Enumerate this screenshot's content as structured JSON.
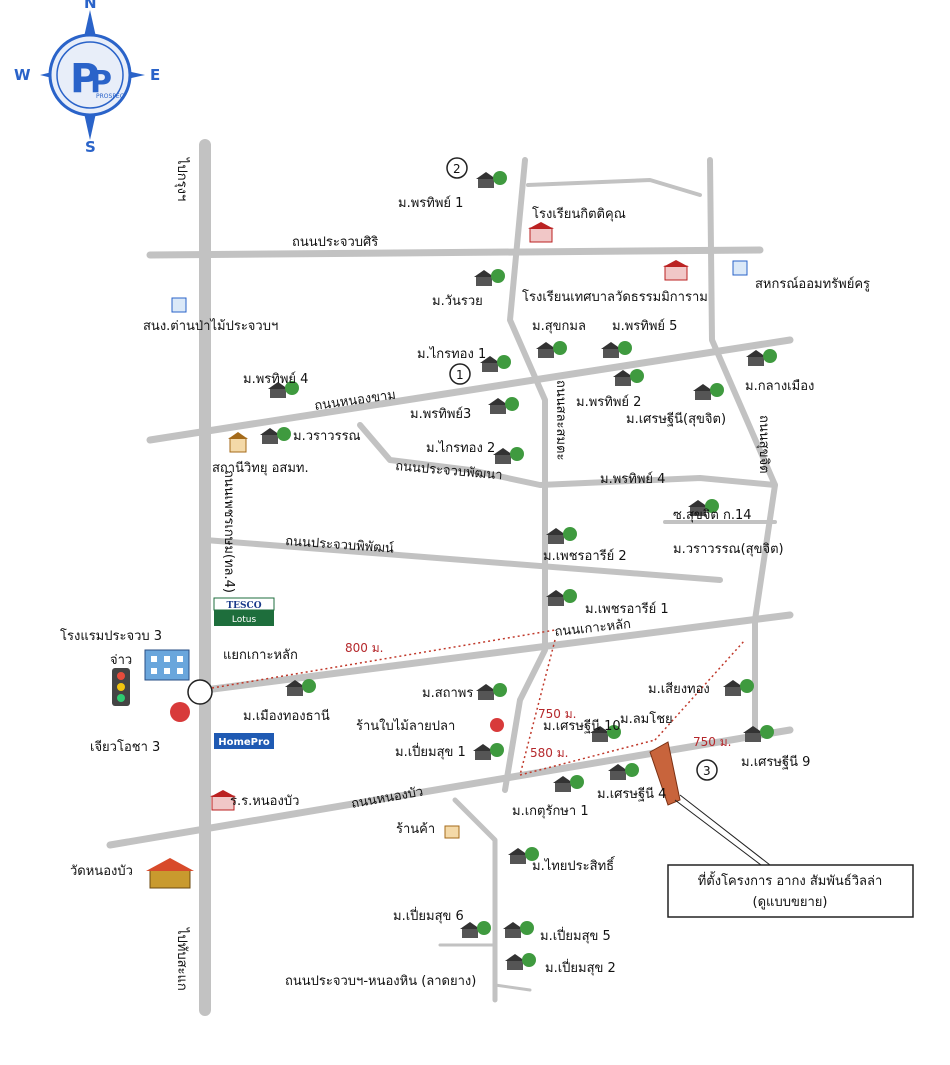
{
  "compass": {
    "north": "N",
    "south": "S",
    "east": "E",
    "west": "W",
    "logo_text": "PROSPEC"
  },
  "roads": {
    "prachuap_siri": "ถนนประจวบศิริ",
    "nong_kham": "ถนนหนองขาม",
    "prachuap_phatthana": "ถนนประจวบพัฒนา",
    "prachuap_phiphat": "ถนนประจวบพิพัฒน์",
    "ko_lak": "ถนนเกาะหลัก",
    "nong_bua": "ถนนหนองบัว",
    "nong_hin": "ถนนประจวบฯ-หนองหิน (ลาดยาง)",
    "petchkasem": "ถนนเพชรเกษม(ทล.4)",
    "sarasom": "ถนนสละสมตะ",
    "sukhit": "ถนนสุขจิต",
    "to_pathum": "ไปกรุงฯ",
    "to_south": "ไปทับสะแก",
    "soi_sukhit": "ซ.สุขจิต ก.14",
    "junction": "แยกเกาะหลัก",
    "signal": "จ่าว"
  },
  "places": {
    "phonthip1": "ม.พรทิพย์ 1",
    "kittikhun_school": "โรงเรียนกิตติคุณ",
    "wanruai": "ม.วันรวย",
    "thetsaban_school": "โรงเรียนเทศบาลวัดธรรมมิการาม",
    "cooperative": "สหกรณ์ออมทรัพย์ครู",
    "forest_office": "สนง.ต่านป่าไม้ประจวบฯ",
    "sukmongkol": "ม.สุขกมล",
    "phonthip5": "ม.พรทิพย์ 5",
    "kraithong1": "ม.ไกรทอง 1",
    "phonthip4_left": "ม.พรทิพย์ 4",
    "klangmueang": "ม.กลางเมือง",
    "phonthip3": "ม.พรทิพย์3",
    "phonthip2": "ม.พรทิพย์ 2",
    "setthini_sukhit": "ม.เศรษฐีนี(สุขจิต)",
    "waraporn": "ม.วราวรรณ",
    "radio_station": "สถานีวิทยุ อสมท.",
    "kraithong2": "ม.ไกรทอง 2",
    "phonthip4_right": "ม.พรทิพย์ 4",
    "waraporn_sukhit": "ม.วราวรรณ(สุขจิต)",
    "petcharee2": "ม.เพชรอารีย์ 2",
    "tesco": "TESCO",
    "lotus": "Lotus",
    "petcharee1": "ม.เพชรอารีย์ 1",
    "hotel": "โรงแรมประจวบ 3",
    "homepro": "HomePro",
    "chewchai": "เจียวโอชา 3",
    "mueangthong": "ม.เมืองทองธานี",
    "sathaporn": "ม.สถาพร",
    "flower_shop": "ร้านใบไม้ลายปลา",
    "sianthong": "ม.เสียงทอง",
    "setthini10": "ม.เศรษฐีนี 10",
    "lomchoi": "ม.ลมโชย",
    "piamsuk1": "ม.เปี่ยมสุข 1",
    "setthini9": "ม.เศรษฐีนี 9",
    "setthini4": "ม.เศรษฐีนี 4",
    "ketrak1": "ม.เกตุรักษา 1",
    "nongbua_school": "ร.ร.หนองบัว",
    "shop": "ร้านค้า",
    "thaiprasit": "ม.ไทยประสิทธิ์",
    "wat_nongbua": "วัดหนองบัว",
    "piamsuk6": "ม.เปี่ยมสุข 6",
    "piamsuk5": "ม.เปี่ยมสุข 5",
    "piamsuk2": "ม.เปี่ยมสุข 2"
  },
  "distances": {
    "d800": "800 ม.",
    "d750a": "750 ม.",
    "d750b": "750 ม.",
    "d580": "580 ม."
  },
  "markers": {
    "m1": "1",
    "m2": "2",
    "m3": "3"
  },
  "callout": {
    "line1": "ที่ตั้งโครงการ อากง สัมพันธ์วิลล่า",
    "line2": "(ดูแบบขยาย)"
  },
  "colors": {
    "road": "#c2c2c2",
    "distance": "#b5282c",
    "project": "#c8643c",
    "compass": "#2a63c9"
  }
}
